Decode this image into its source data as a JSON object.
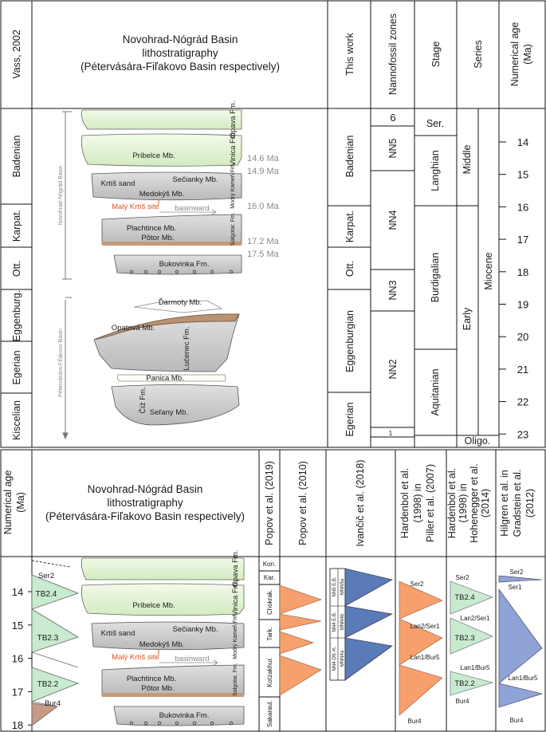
{
  "top": {
    "col_vass": "Vass, 2002",
    "title_1": "Novohrad-Nógrád Basin",
    "title_2": "lithostratigraphy",
    "title_3": "(Pétervására-Fiľakovo Basin respectively)",
    "col_this_work": "This work",
    "col_nanno": "Nannofossil zones",
    "col_stage": "Stage",
    "col_series": "Series",
    "col_age_1": "Numerical age",
    "col_age_2": "(Ma)",
    "vass_stages": [
      "Badenian",
      "Karpat.",
      "Ott.",
      "Eggenburg.",
      "Egerian",
      "Kiscelian"
    ],
    "basin_label_1": "Novohrad-Nógrád Basin",
    "basin_label_2": "Pétervására-Fiľakovo Basin",
    "formations": {
      "opava": "Opava Fm.",
      "pribelce": "Príbelce Mb.",
      "vinica": "Vinica Fm.",
      "secianky": "Sečianky Mb.",
      "krtis": "Krtíš sand",
      "medokys": "Medokýš Mb.",
      "modry": "Modrý Kameň Fm.",
      "maly": "Malý Krtíš site",
      "basinward": "basinward",
      "plachtince": "Plachtince Mb.",
      "potor": "Pôtor Mb.",
      "salgotar": "Salgotar. Fm.",
      "bukovinka": "Bukovinka Fm.",
      "darmoty": "Ďarmoty Mb.",
      "opatova": "Opatová Mb.",
      "lucenec": "Lučenec Fm.",
      "panica": "Panica Mb.",
      "ciz": "Číž Fm.",
      "selany": "Seľany Mb."
    },
    "ages": [
      "14.6 Ma",
      "14.9 Ma",
      "16.0 Ma",
      "17.2 Ma",
      "17.5 Ma"
    ],
    "this_work": [
      "Badenian",
      "Karpat.",
      "Ott.",
      "Eggenburgian",
      "Egerian"
    ],
    "nanno": [
      "6",
      "NN5",
      "NN4",
      "NN3",
      "NN2",
      "1"
    ],
    "stage": [
      "Ser.",
      "Langhian",
      "Burdigalian",
      "Aquitanian"
    ],
    "series": [
      "Middle",
      "Early",
      "Miocene",
      "Oligo."
    ],
    "ticks": [
      "14",
      "15",
      "16",
      "17",
      "18",
      "19",
      "20",
      "21",
      "22",
      "23"
    ]
  },
  "bottom": {
    "col_age_1": "Numerical age",
    "col_age_2": "(Ma)",
    "title_1": "Novohrad-Nógrád Basin",
    "title_2": "lithostratigraphy",
    "title_3": "(Pétervására-Fiľakovo Basin respectively)",
    "col_popov2019": "Popov et al. (2019)",
    "col_popov2010": "Popov et al. (2010)",
    "col_ivancic": "Ivančič et al. (2018)",
    "col_hard1_1": "Hardenbol et al.",
    "col_hard1_2": "(1998) in",
    "col_hard1_3": "Piller et al. (2007)",
    "col_hard2_1": "Hardenbol et al.",
    "col_hard2_2": "(1998) in",
    "col_hard2_3": "Hohenegger et al.",
    "col_hard2_4": "(2014)",
    "col_hilgren_1": "Hilgren et al. in",
    "col_hilgren_2": "Gradstein et al.",
    "col_hilgren_3": "(2012)",
    "ticks": [
      "14",
      "15",
      "16",
      "17",
      "18"
    ],
    "tb_labels": [
      "Ser2",
      "TB2.4",
      "TB2.3",
      "TB2.2",
      "Bur4"
    ],
    "popov2019": [
      "Kon.",
      "Kar.",
      "Chokrak.",
      "Tark.",
      "Kotzakhur.",
      "Sakaraul."
    ],
    "ivancic_zones": [
      "NN5 E.B.",
      "MNN5a",
      "NN4 E.B.",
      "MNN4b",
      "NN4 Ott.-K.",
      "MNN4a"
    ],
    "piller": [
      "Ser2",
      "Lan2/Ser1",
      "Lan1/Bur5",
      "Bur4"
    ],
    "hohenegger": [
      "Ser2",
      "TB2.4",
      "Lan2/Ser1",
      "TB2.3",
      "Lan1/Bur5",
      "TB2.2",
      "Bur4"
    ],
    "gradstein": [
      "Ser2",
      "Ser1",
      "Lan1/Bur5",
      "Bur4"
    ]
  }
}
